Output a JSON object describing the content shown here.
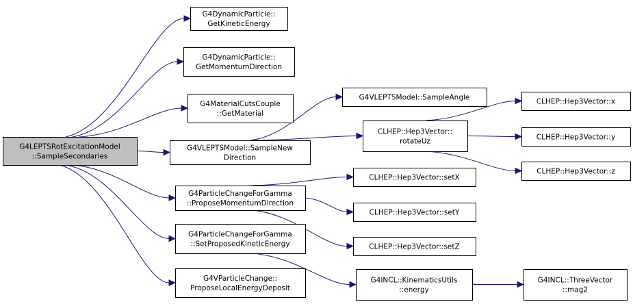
{
  "graph": {
    "nodes": [
      {
        "id": "root",
        "lines": [
          "G4LEPTSRotExcitationModel",
          "::SampleSecondaries"
        ],
        "root": true
      },
      {
        "id": "n1",
        "lines": [
          "G4DynamicParticle::",
          "GetKineticEnergy"
        ]
      },
      {
        "id": "n2",
        "lines": [
          "G4DynamicParticle::",
          "GetMomentumDirection"
        ]
      },
      {
        "id": "n3",
        "lines": [
          "G4MaterialCutsCouple",
          "::GetMaterial"
        ]
      },
      {
        "id": "n4",
        "lines": [
          "G4VLEPTSModel::SampleNew",
          "Direction"
        ]
      },
      {
        "id": "n5",
        "lines": [
          "G4ParticleChangeForGamma",
          "::ProposeMomentumDirection"
        ]
      },
      {
        "id": "n6",
        "lines": [
          "G4ParticleChangeForGamma",
          "::SetProposedKineticEnergy"
        ]
      },
      {
        "id": "n7",
        "lines": [
          "G4VParticleChange::",
          "ProposeLocalEnergyDeposit"
        ]
      },
      {
        "id": "n8",
        "lines": [
          "G4VLEPTSModel::SampleAngle"
        ]
      },
      {
        "id": "n9",
        "lines": [
          "CLHEP::Hep3Vector::",
          "rotateUz"
        ]
      },
      {
        "id": "n10",
        "lines": [
          "CLHEP::Hep3Vector::x"
        ]
      },
      {
        "id": "n11",
        "lines": [
          "CLHEP::Hep3Vector::y"
        ]
      },
      {
        "id": "n12",
        "lines": [
          "CLHEP::Hep3Vector::z"
        ]
      },
      {
        "id": "n13",
        "lines": [
          "CLHEP::Hep3Vector::setX"
        ]
      },
      {
        "id": "n14",
        "lines": [
          "CLHEP::Hep3Vector::setY"
        ]
      },
      {
        "id": "n15",
        "lines": [
          "CLHEP::Hep3Vector::setZ"
        ]
      },
      {
        "id": "n16",
        "lines": [
          "G4INCL::KinematicsUtils",
          "::energy"
        ]
      },
      {
        "id": "n17",
        "lines": [
          "G4INCL::ThreeVector",
          "::mag2"
        ]
      }
    ],
    "edges": [
      [
        "root",
        "n1"
      ],
      [
        "root",
        "n2"
      ],
      [
        "root",
        "n3"
      ],
      [
        "root",
        "n4"
      ],
      [
        "root",
        "n5"
      ],
      [
        "root",
        "n6"
      ],
      [
        "root",
        "n7"
      ],
      [
        "n4",
        "n8"
      ],
      [
        "n4",
        "n9"
      ],
      [
        "n9",
        "n10"
      ],
      [
        "n9",
        "n11"
      ],
      [
        "n9",
        "n12"
      ],
      [
        "n5",
        "n13"
      ],
      [
        "n5",
        "n14"
      ],
      [
        "n5",
        "n15"
      ],
      [
        "n6",
        "n16"
      ],
      [
        "n16",
        "n17"
      ]
    ],
    "colors": {
      "edge": "#191970",
      "root_fill": "#bfbfbf",
      "node_fill": "#ffffff",
      "border": "#000000"
    }
  }
}
